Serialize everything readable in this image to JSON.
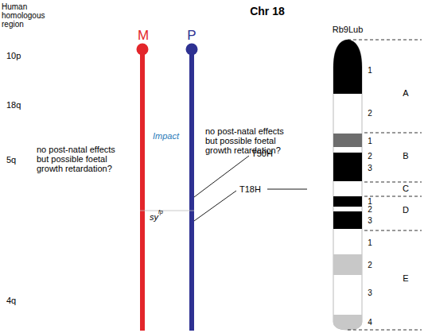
{
  "diagram": {
    "title": "Chr 18",
    "labels": [
      "Human homologous region",
      "M",
      "P",
      "Rb9Lub",
      "10p",
      "1",
      "A",
      "2",
      "18q",
      "Impact",
      "no post-natal effects but possible foetal growth retardation?",
      "T50H",
      "1",
      "2",
      "B",
      "3",
      "5q",
      "no post-natal effects but possible foetal growth retardation?",
      "T18H",
      "C",
      "1",
      "2",
      "D",
      "3",
      "sy",
      "fp",
      "1",
      "2",
      "E",
      "3",
      "4q",
      "4"
    ]
  }
}
